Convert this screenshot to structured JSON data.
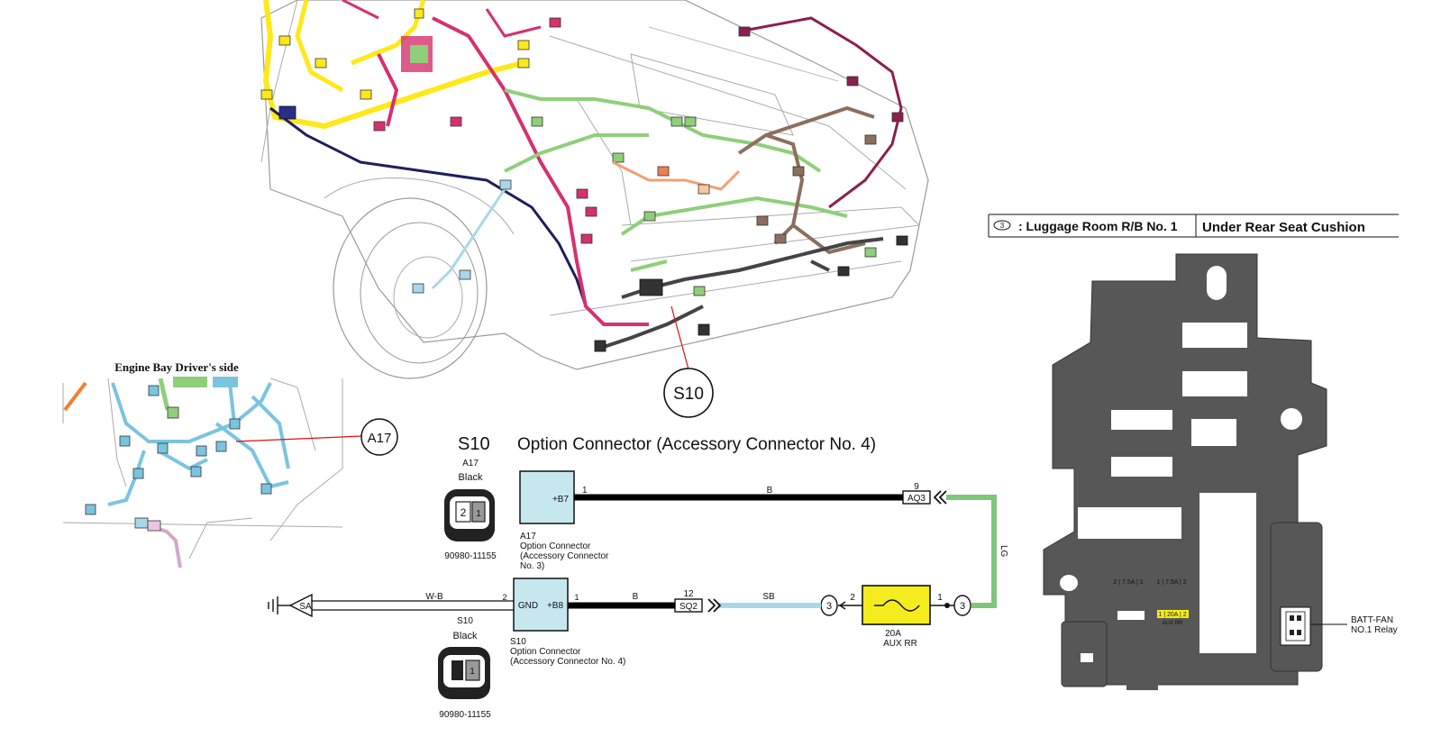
{
  "harness_view": {
    "callout": "S10"
  },
  "engine_bay": {
    "title": "Engine Bay Driver's side",
    "callout": "A17"
  },
  "schematic": {
    "code": "S10",
    "title": "Option Connector (Accessory Connector No. 4)",
    "a17_connector": {
      "code": "A17",
      "color": "Black",
      "pin_left": "2",
      "pin_right": "1",
      "part_no": "90980-11155",
      "box_pin_label": "+B7",
      "box_pin_num": "1",
      "caption_1": "A17",
      "caption_2": "Option Connector",
      "caption_3": "(Accessory Connector",
      "caption_4": "No. 3)"
    },
    "s10_connector": {
      "code": "S10",
      "color": "Black",
      "pin_right": "1",
      "part_no": "90980-11155",
      "gnd_label": "GND",
      "gnd_pin": "2",
      "b8_label": "+B8",
      "b8_pin": "1",
      "caption_1": "S10",
      "caption_2": "Option Connector",
      "caption_3": "(Accessory Connector No. 4)"
    },
    "wires": {
      "top_color": "B",
      "bottom_color": "B",
      "wb": "W-B",
      "sb": "SB",
      "lg": "LG"
    },
    "aq3": {
      "pin": "9",
      "label": "AQ3"
    },
    "sq2": {
      "pin": "12",
      "label": "SQ2"
    },
    "ground": {
      "label": "SA"
    },
    "fuse": {
      "pin_left": "2",
      "pin_right": "1",
      "rating": "20A",
      "name": "AUX RR",
      "terminal_left": "3",
      "terminal_right": "3"
    },
    "colors": {
      "lg": "#7dc67a",
      "sb": "#a8d8e8",
      "fuse": "#f5ec1e",
      "box": "#c6e7ee"
    }
  },
  "relay_block": {
    "header_num": "3",
    "header_name": ": Luggage Room R/B No. 1",
    "header_location": "Under Rear Seat Cushion",
    "relay_label_1": "BATT-FAN",
    "relay_label_2": "NO.1 Relay",
    "fuse_a": "2 | 7.5A | 1",
    "fuse_b": "1 | 7.5A | 2",
    "fuse_c": "1 | 20A | 2",
    "fuse_c_name": "AUX RR"
  }
}
